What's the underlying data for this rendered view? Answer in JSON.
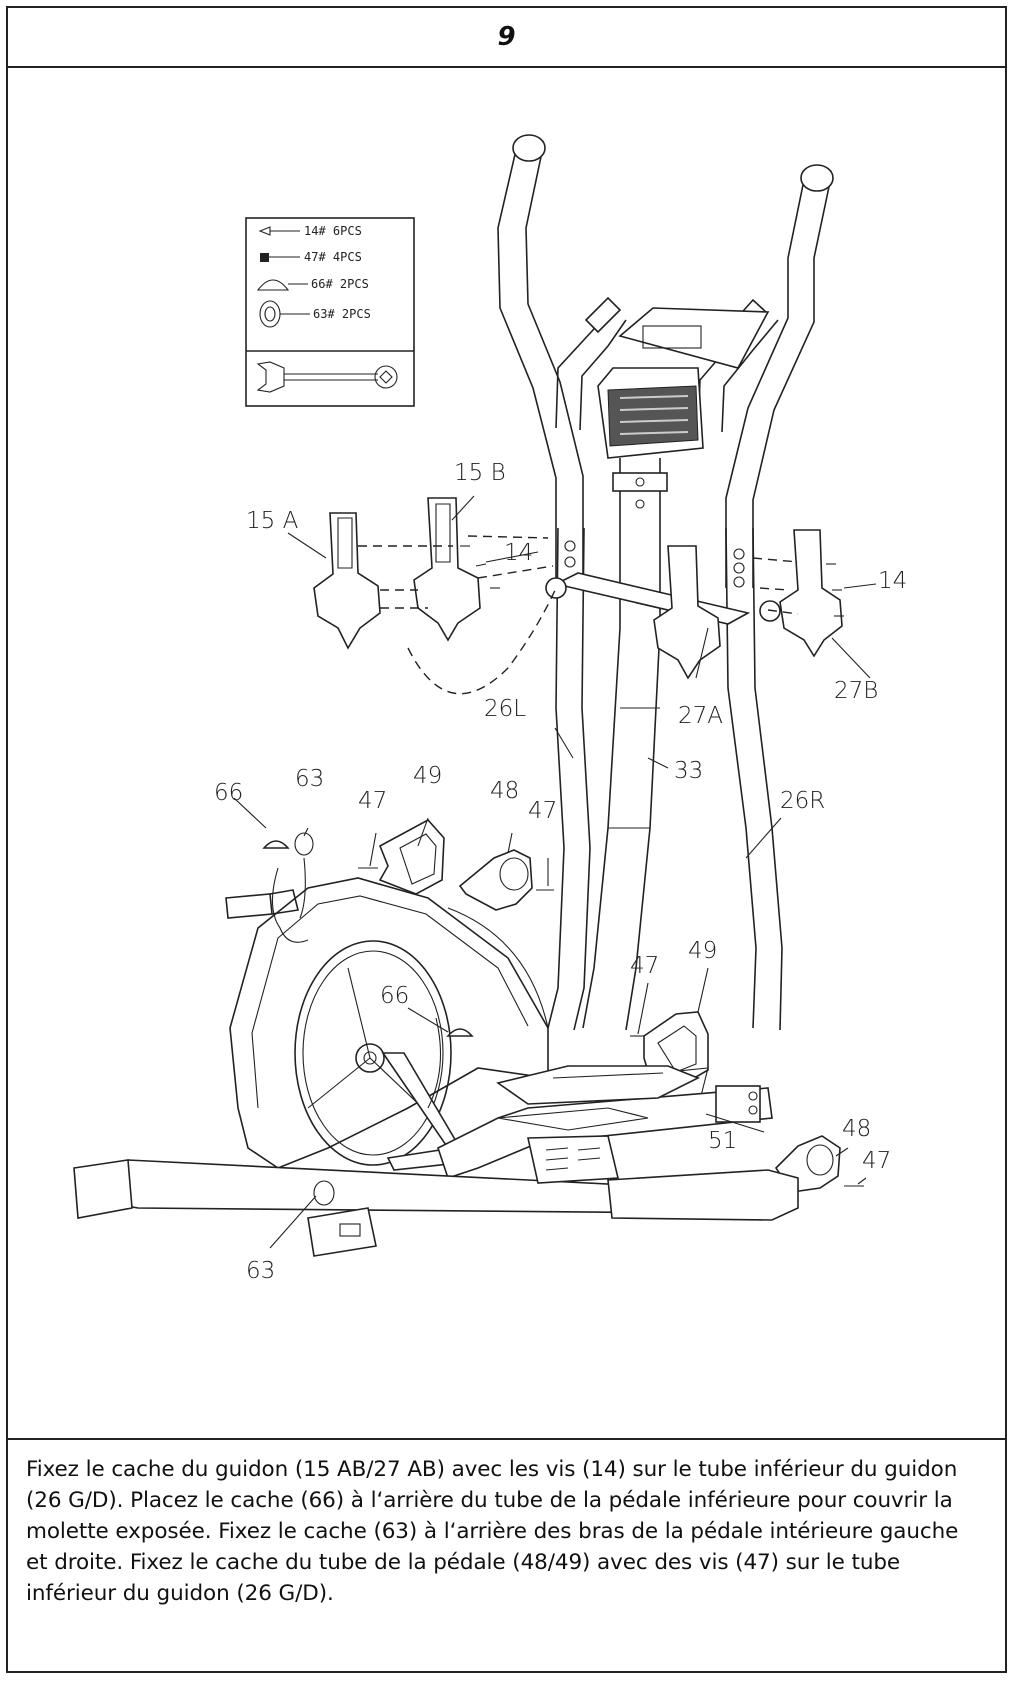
{
  "step": {
    "number": "9"
  },
  "hardware_kit": {
    "items": [
      {
        "icon": "screw-icon",
        "label": "14#  6PCS"
      },
      {
        "icon": "bolt-icon",
        "label": "47#  4PCS"
      },
      {
        "icon": "dome-cap-icon",
        "label": "66#  2PCS"
      },
      {
        "icon": "ring-cap-icon",
        "label": "63#  2PCS"
      }
    ],
    "tool_icon": "wrench-icon"
  },
  "diagram": {
    "labels": {
      "p15a": "15 A",
      "p15b": "15  B",
      "p14_left": "14",
      "p14_right": "14",
      "p27b": "27B",
      "p27a": "27A",
      "p26l": "26L",
      "p33": "33",
      "p26r": "26R",
      "p66_top": "66",
      "p63_top": "63",
      "p47_a": "47",
      "p49_top": "49",
      "p48_top": "48",
      "p47_b": "47",
      "p47_c": "47",
      "p49_mid": "49",
      "p66_mid": "66",
      "p48_right": "48",
      "p47_right": "47",
      "p51": "51",
      "p63_bottom": "63"
    }
  },
  "caption": {
    "text": "Fixez le cache du guidon (15 AB/27 AB) avec les vis (14) sur le tube inférieur du guidon (26 G/D). Placez le cache (66) à l‘arrière du tube de la pédale inférieure pour couvrir la molette exposée. Fixez le cache (63) à l‘arrière des bras de la pédale intérieure gauche et droite. Fixez le cache du tube de la pédale (48/49) avec des vis (47) sur le tube inférieur du guidon (26 G/D)."
  }
}
